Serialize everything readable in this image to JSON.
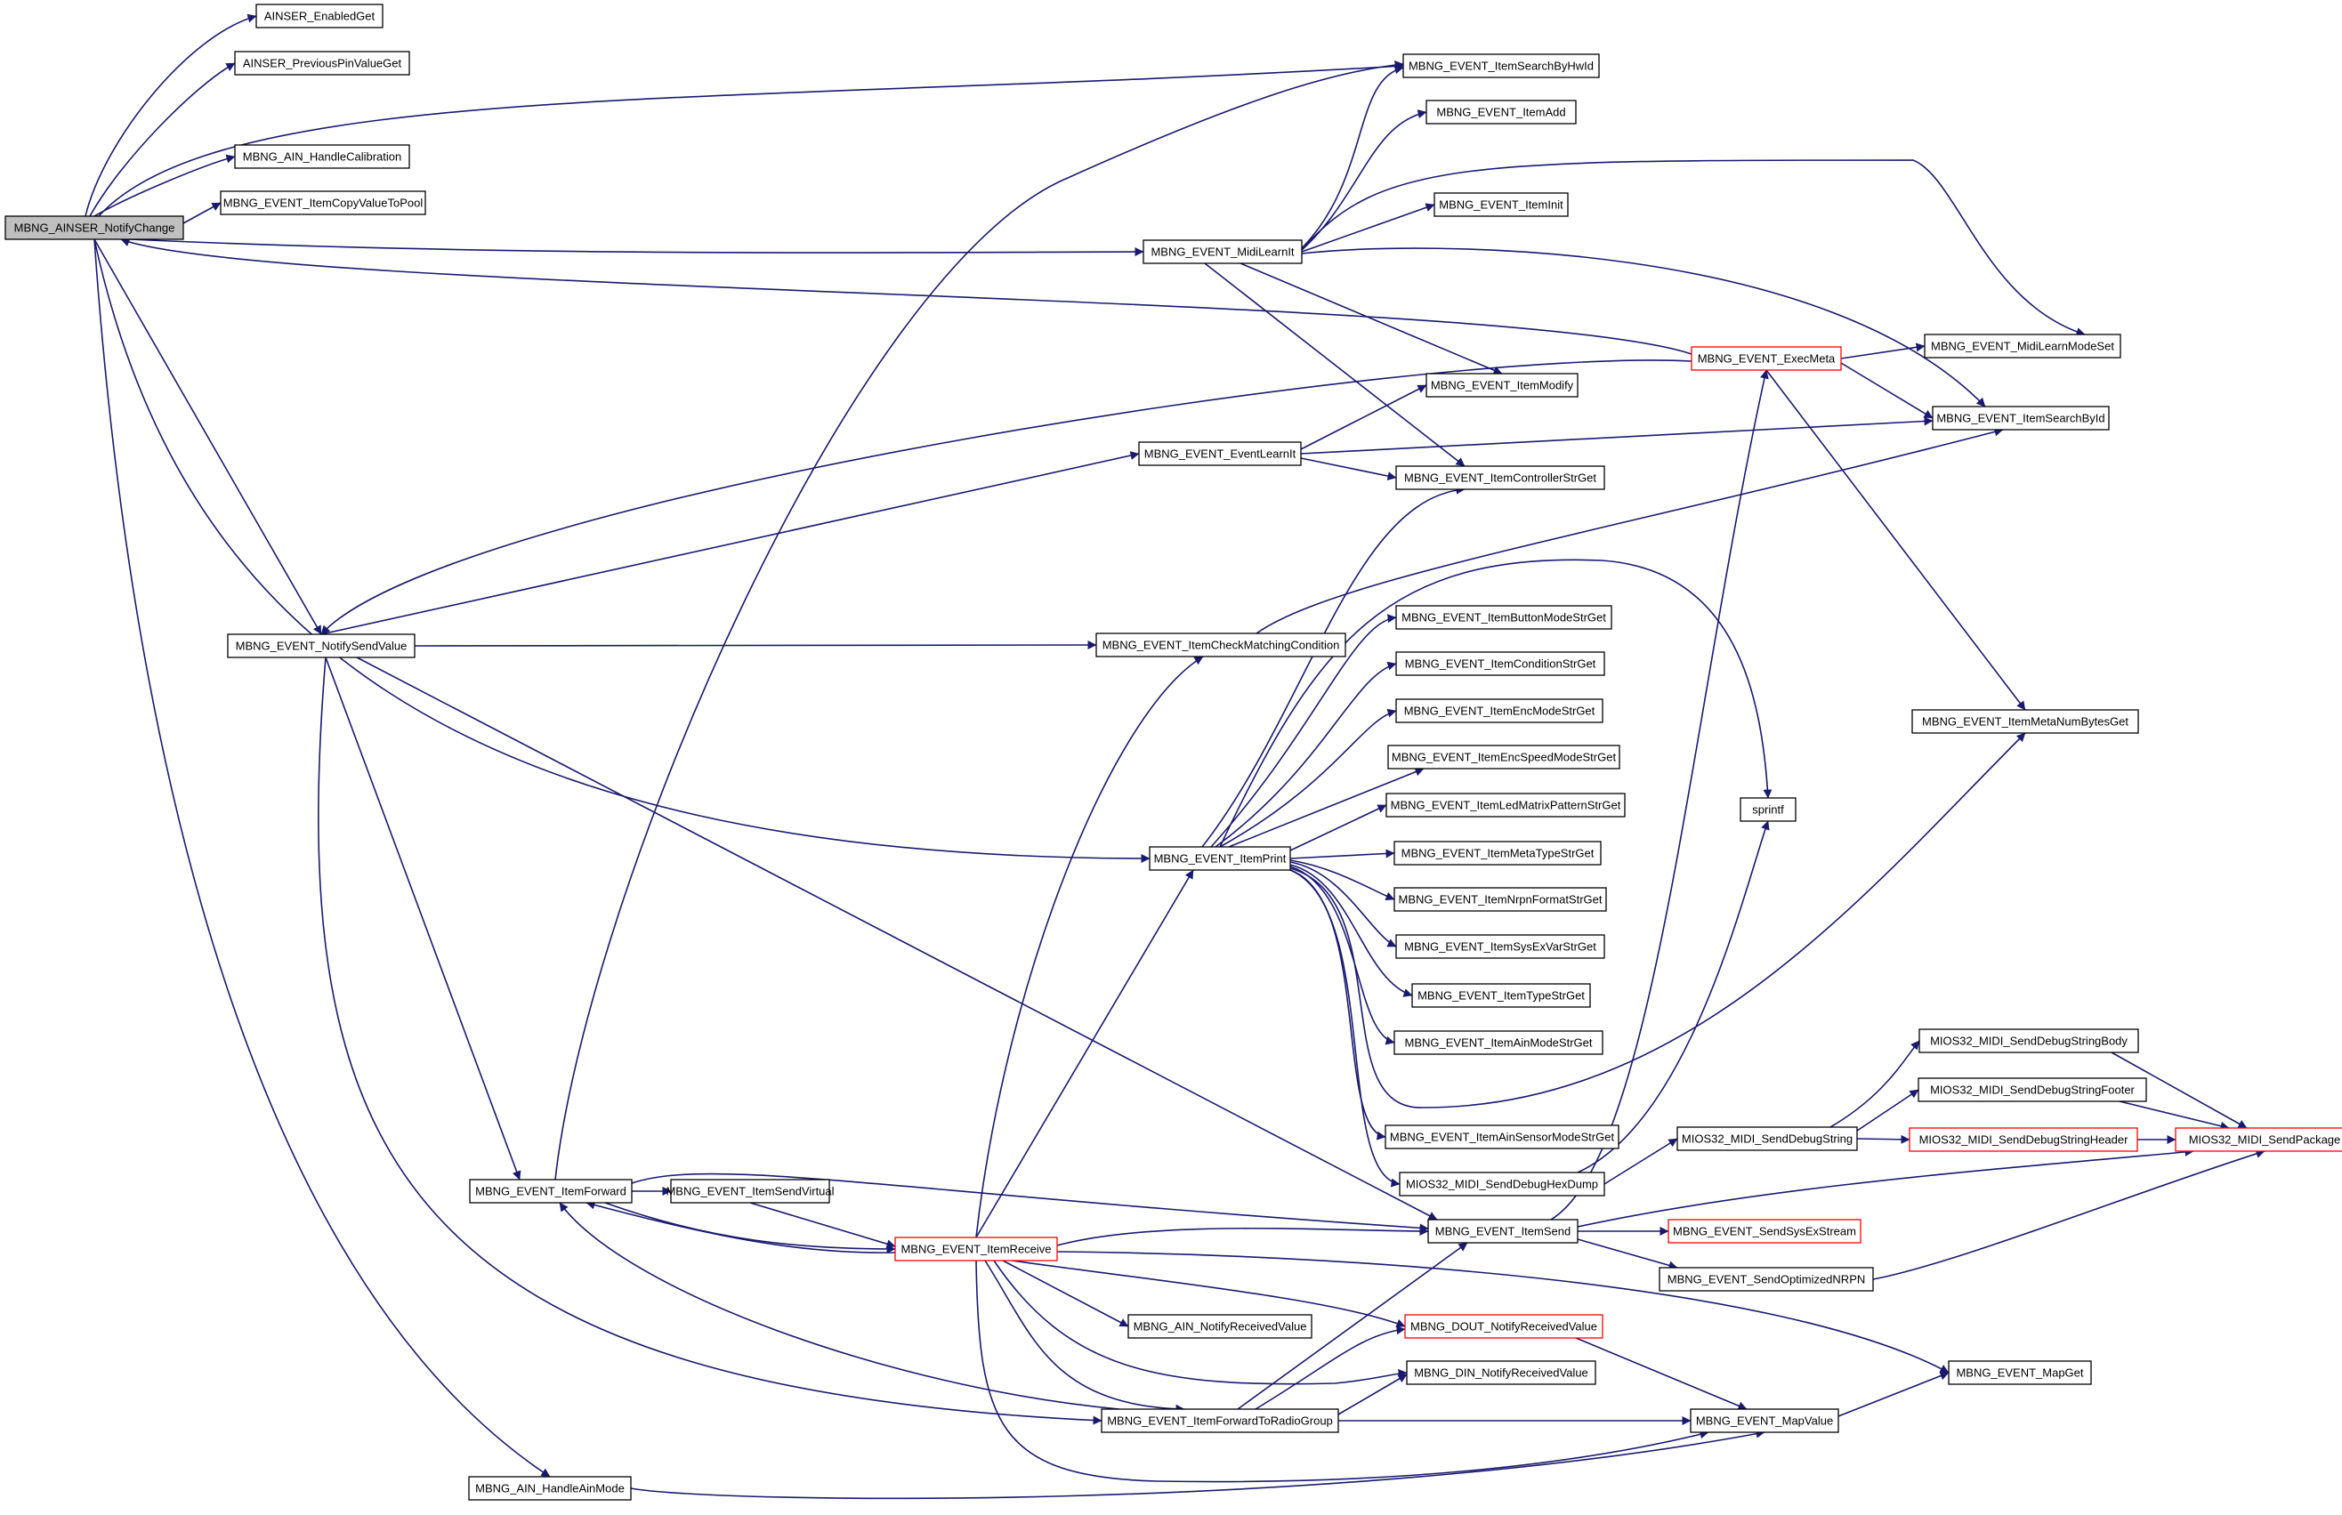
{
  "colors": {
    "edge": "#191970",
    "node_border": "#000000",
    "node_border_incomplete": "#ff0000",
    "root_fill": "#bfbfbf",
    "node_fill": "#ffffff"
  },
  "diagram": {
    "nodes": [
      {
        "id": "root",
        "label": "MBNG_AINSER_NotifyChange",
        "root": true
      },
      {
        "id": "ainser_enabled",
        "label": "AINSER_EnabledGet"
      },
      {
        "id": "ainser_prevpin",
        "label": "AINSER_PreviousPinValueGet"
      },
      {
        "id": "ain_calib",
        "label": "MBNG_AIN_HandleCalibration"
      },
      {
        "id": "copy_pool",
        "label": "MBNG_EVENT_ItemCopyValueToPool"
      },
      {
        "id": "search_hwid",
        "label": "MBNG_EVENT_ItemSearchByHwId"
      },
      {
        "id": "item_add",
        "label": "MBNG_EVENT_ItemAdd"
      },
      {
        "id": "item_init",
        "label": "MBNG_EVENT_ItemInit"
      },
      {
        "id": "midi_learn",
        "label": "MBNG_EVENT_MidiLearnIt"
      },
      {
        "id": "exec_meta",
        "label": "MBNG_EVENT_ExecMeta",
        "incomplete": true
      },
      {
        "id": "midilearn_set",
        "label": "MBNG_EVENT_MidiLearnModeSet"
      },
      {
        "id": "item_modify",
        "label": "MBNG_EVENT_ItemModify"
      },
      {
        "id": "event_learn",
        "label": "MBNG_EVENT_EventLearnIt"
      },
      {
        "id": "search_id",
        "label": "MBNG_EVENT_ItemSearchById"
      },
      {
        "id": "ctrl_str",
        "label": "MBNG_EVENT_ItemControllerStrGet"
      },
      {
        "id": "notify_send",
        "label": "MBNG_EVENT_NotifySendValue"
      },
      {
        "id": "check_match",
        "label": "MBNG_EVENT_ItemCheckMatchingCondition"
      },
      {
        "id": "btn_mode",
        "label": "MBNG_EVENT_ItemButtonModeStrGet"
      },
      {
        "id": "cond_str",
        "label": "MBNG_EVENT_ItemConditionStrGet"
      },
      {
        "id": "enc_mode",
        "label": "MBNG_EVENT_ItemEncModeStrGet"
      },
      {
        "id": "enc_speed",
        "label": "MBNG_EVENT_ItemEncSpeedModeStrGet"
      },
      {
        "id": "led_matrix",
        "label": "MBNG_EVENT_ItemLedMatrixPatternStrGet"
      },
      {
        "id": "meta_type",
        "label": "MBNG_EVENT_ItemMetaTypeStrGet"
      },
      {
        "id": "nrpn_fmt",
        "label": "MBNG_EVENT_ItemNrpnFormatStrGet"
      },
      {
        "id": "sysex_var",
        "label": "MBNG_EVENT_ItemSysExVarStrGet"
      },
      {
        "id": "type_str",
        "label": "MBNG_EVENT_ItemTypeStrGet"
      },
      {
        "id": "ain_mode_str",
        "label": "MBNG_EVENT_ItemAinModeStrGet"
      },
      {
        "id": "ainsensor_str",
        "label": "MBNG_EVENT_ItemAinSensorModeStrGet"
      },
      {
        "id": "item_print",
        "label": "MBNG_EVENT_ItemPrint"
      },
      {
        "id": "sprintf",
        "label": "sprintf"
      },
      {
        "id": "meta_bytes",
        "label": "MBNG_EVENT_ItemMetaNumBytesGet"
      },
      {
        "id": "dbg_body",
        "label": "MIOS32_MIDI_SendDebugStringBody"
      },
      {
        "id": "dbg_footer",
        "label": "MIOS32_MIDI_SendDebugStringFooter"
      },
      {
        "id": "dbg_string",
        "label": "MIOS32_MIDI_SendDebugString"
      },
      {
        "id": "dbg_header",
        "label": "MIOS32_MIDI_SendDebugStringHeader",
        "incomplete": true
      },
      {
        "id": "send_pkg",
        "label": "MIOS32_MIDI_SendPackage",
        "incomplete": true
      },
      {
        "id": "hexdump",
        "label": "MIOS32_MIDI_SendDebugHexDump"
      },
      {
        "id": "item_forward",
        "label": "MBNG_EVENT_ItemForward"
      },
      {
        "id": "send_virtual",
        "label": "MBNG_EVENT_ItemSendVirtual"
      },
      {
        "id": "item_send",
        "label": "MBNG_EVENT_ItemSend"
      },
      {
        "id": "sysex_stream",
        "label": "MBNG_EVENT_SendSysExStream",
        "incomplete": true
      },
      {
        "id": "item_receive",
        "label": "MBNG_EVENT_ItemReceive",
        "incomplete": true
      },
      {
        "id": "opt_nrpn",
        "label": "MBNG_EVENT_SendOptimizedNRPN"
      },
      {
        "id": "ain_notify",
        "label": "MBNG_AIN_NotifyReceivedValue"
      },
      {
        "id": "dout_notify",
        "label": "MBNG_DOUT_NotifyReceivedValue",
        "incomplete": true
      },
      {
        "id": "map_get",
        "label": "MBNG_EVENT_MapGet"
      },
      {
        "id": "din_notify",
        "label": "MBNG_DIN_NotifyReceivedValue"
      },
      {
        "id": "fwd_radio",
        "label": "MBNG_EVENT_ItemForwardToRadioGroup"
      },
      {
        "id": "map_value",
        "label": "MBNG_EVENT_MapValue"
      },
      {
        "id": "ain_handle",
        "label": "MBNG_AIN_HandleAinMode"
      }
    ]
  }
}
